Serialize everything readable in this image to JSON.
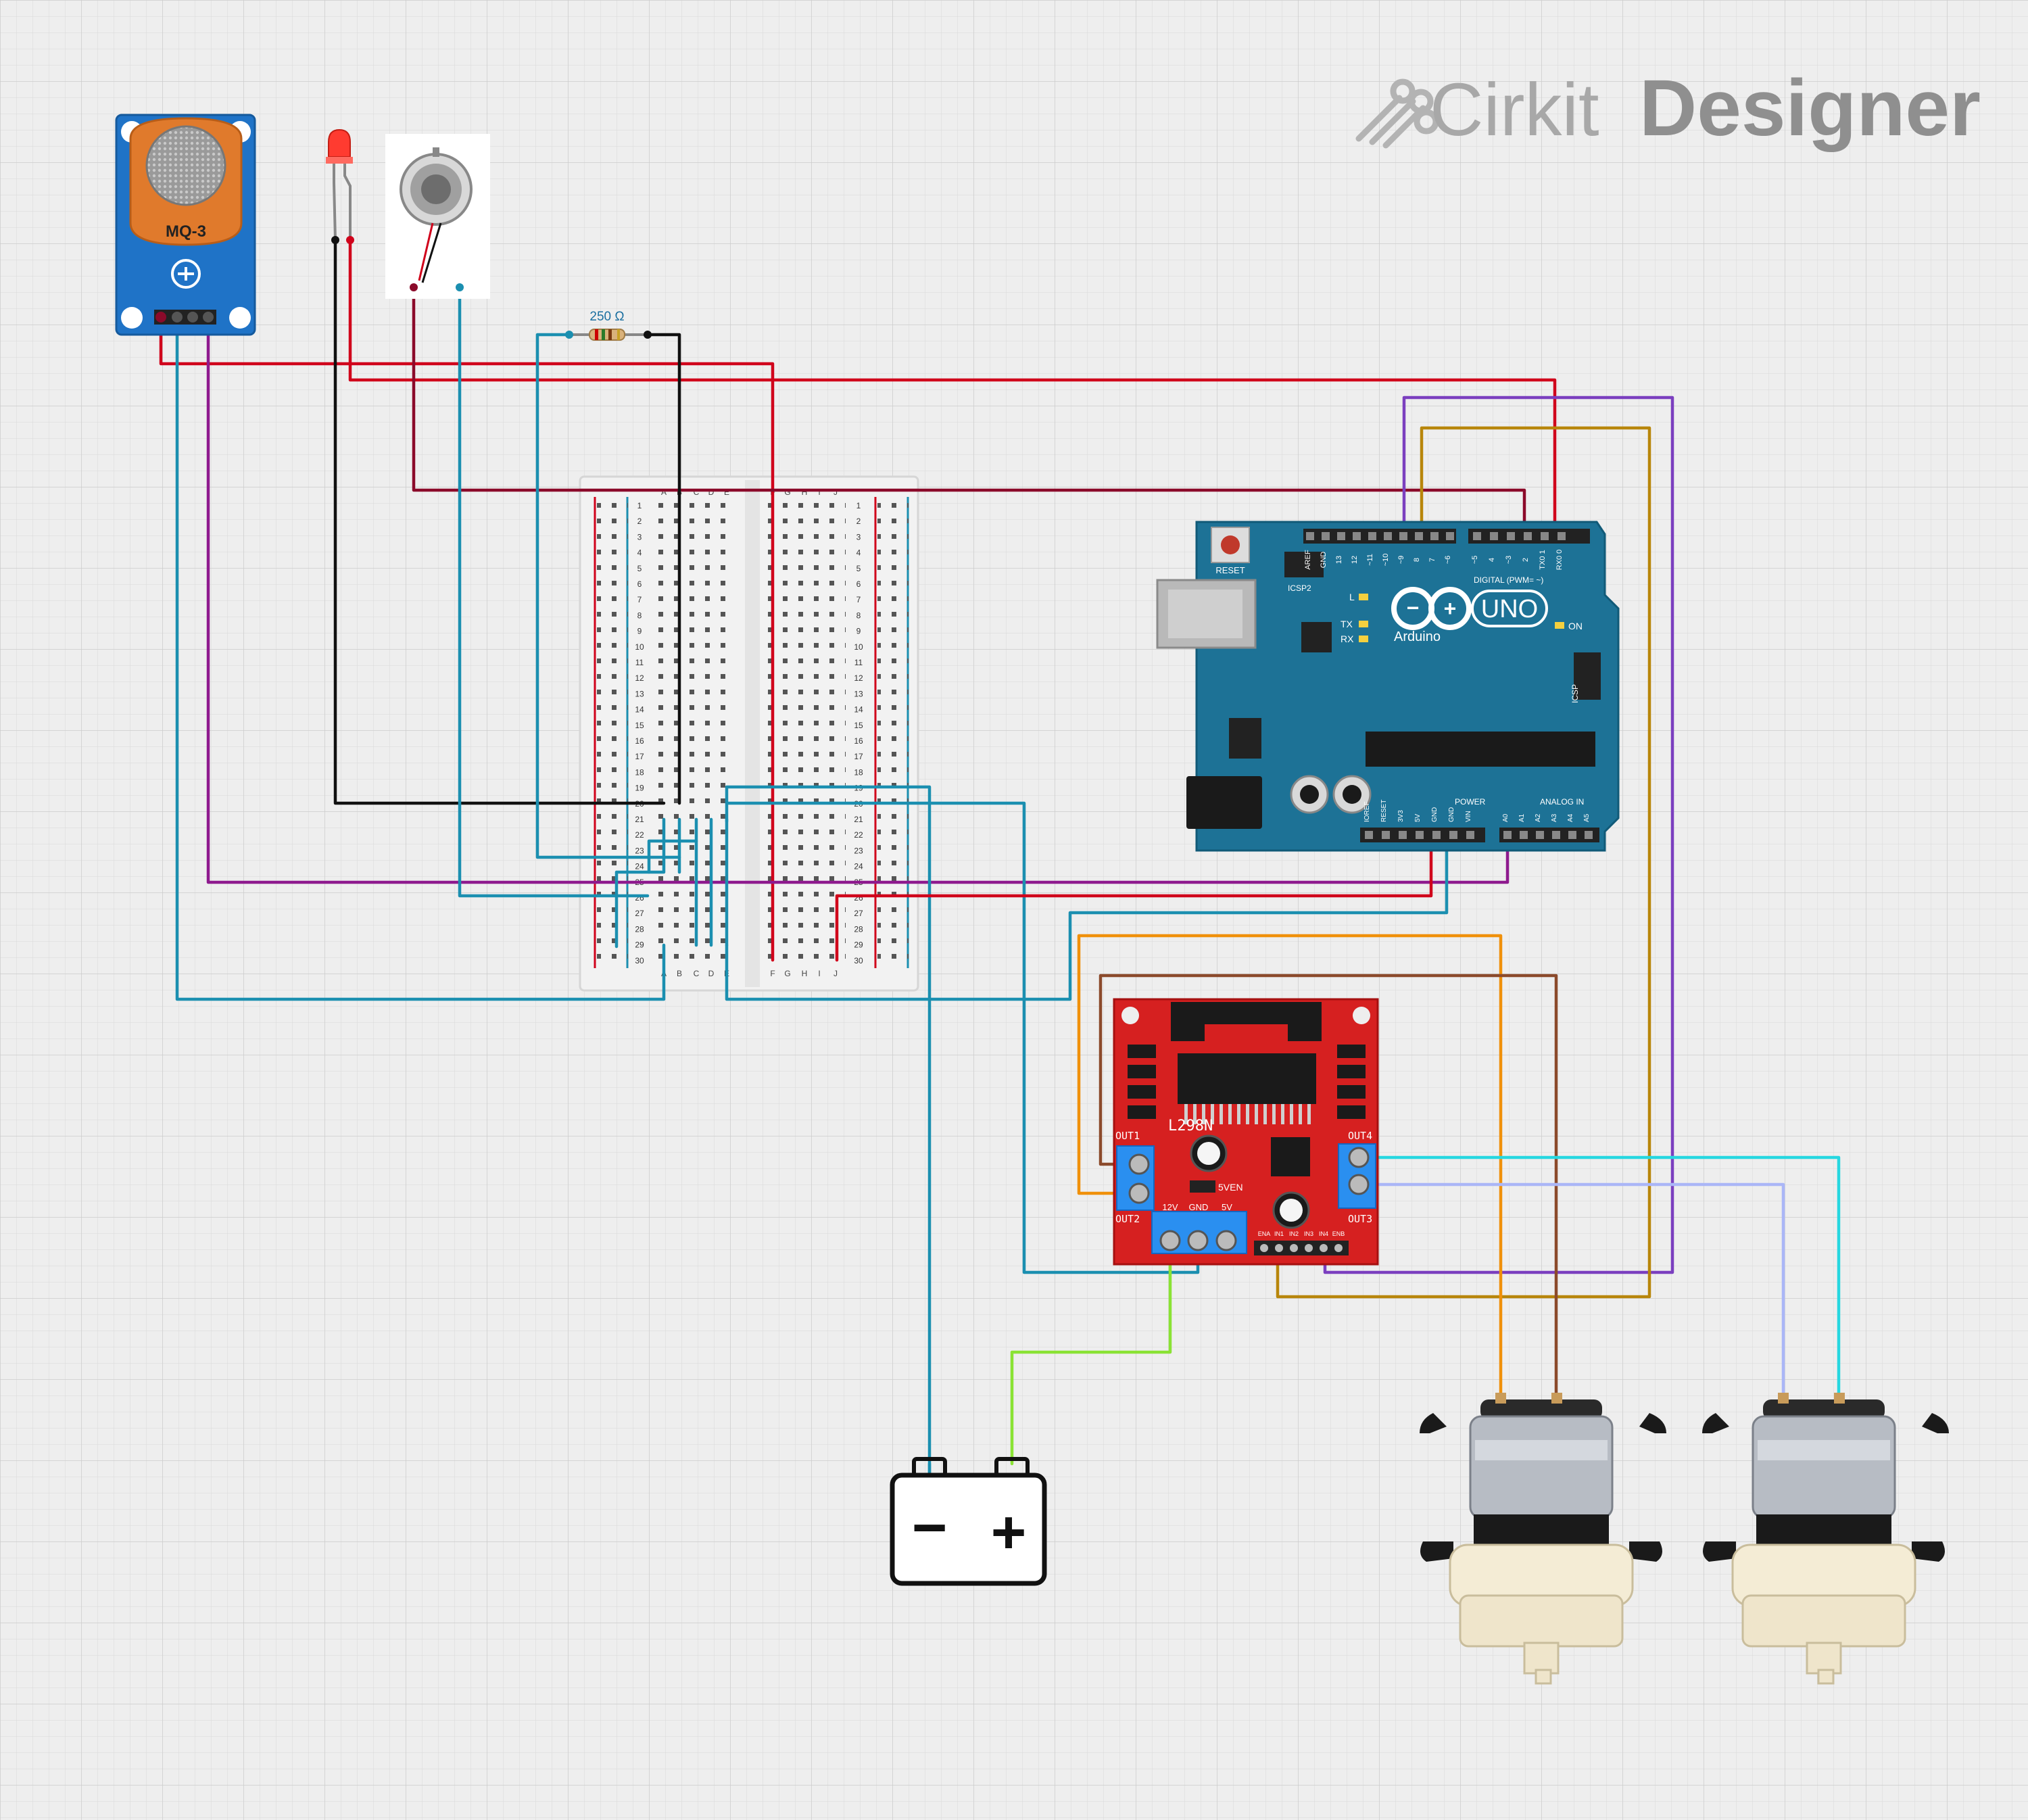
{
  "brand": {
    "name_light": "Cirkit",
    "name_bold": "Designer"
  },
  "components": {
    "gas_sensor": {
      "label": "MQ-3"
    },
    "resistor": {
      "label": "250 Ω"
    },
    "arduino": {
      "model": "UNO",
      "maker": "Arduino",
      "reset": "RESET",
      "icsp": "ICSP",
      "icsp2": "ICSP2",
      "digital_label": "DIGITAL (PWM= ~)",
      "power_label": "POWER",
      "analog_label": "ANALOG IN",
      "led_l": "L",
      "led_tx": "TX",
      "led_rx": "RX",
      "led_on": "ON",
      "digital_pins": [
        "AREF",
        "GND",
        "13",
        "12",
        "~11",
        "~10",
        "~9",
        "8",
        "7",
        "~6",
        "~5",
        "4",
        "~3",
        "2",
        "TX0 1",
        "RX0 0"
      ],
      "power_pins": [
        "IOREF",
        "RESET",
        "3V3",
        "5V",
        "GND",
        "GND",
        "VIN"
      ],
      "analog_pins": [
        "A0",
        "A1",
        "A2",
        "A3",
        "A4",
        "A5"
      ]
    },
    "motor_driver": {
      "model": "L298N",
      "out1": "OUT1",
      "out2": "OUT2",
      "out3": "OUT3",
      "out4": "OUT4",
      "power_terminals": [
        "12V",
        "GND",
        "5V"
      ],
      "jumper": "5VEN",
      "control_pins": [
        "ENA",
        "IN1",
        "IN2",
        "IN3",
        "IN4",
        "ENB"
      ]
    },
    "battery": {
      "minus": "−",
      "plus": "+"
    },
    "breadboard": {
      "columns_left": [
        "A",
        "B",
        "C",
        "D",
        "E"
      ],
      "columns_right": [
        "F",
        "G",
        "H",
        "I",
        "J"
      ],
      "row_count": 30
    }
  },
  "wire_colors": {
    "red": "#d0021b",
    "dark_red": "#8b0a2a",
    "black": "#111111",
    "teal": "#1b8fb0",
    "purple": "#8e1a8e",
    "violet": "#7b3fbf",
    "ochre": "#b8860b",
    "orange": "#f0900a",
    "brown": "#8b4a2b",
    "cyan": "#26d7e0",
    "lavender": "#aab6f7",
    "lime": "#8ae234"
  }
}
